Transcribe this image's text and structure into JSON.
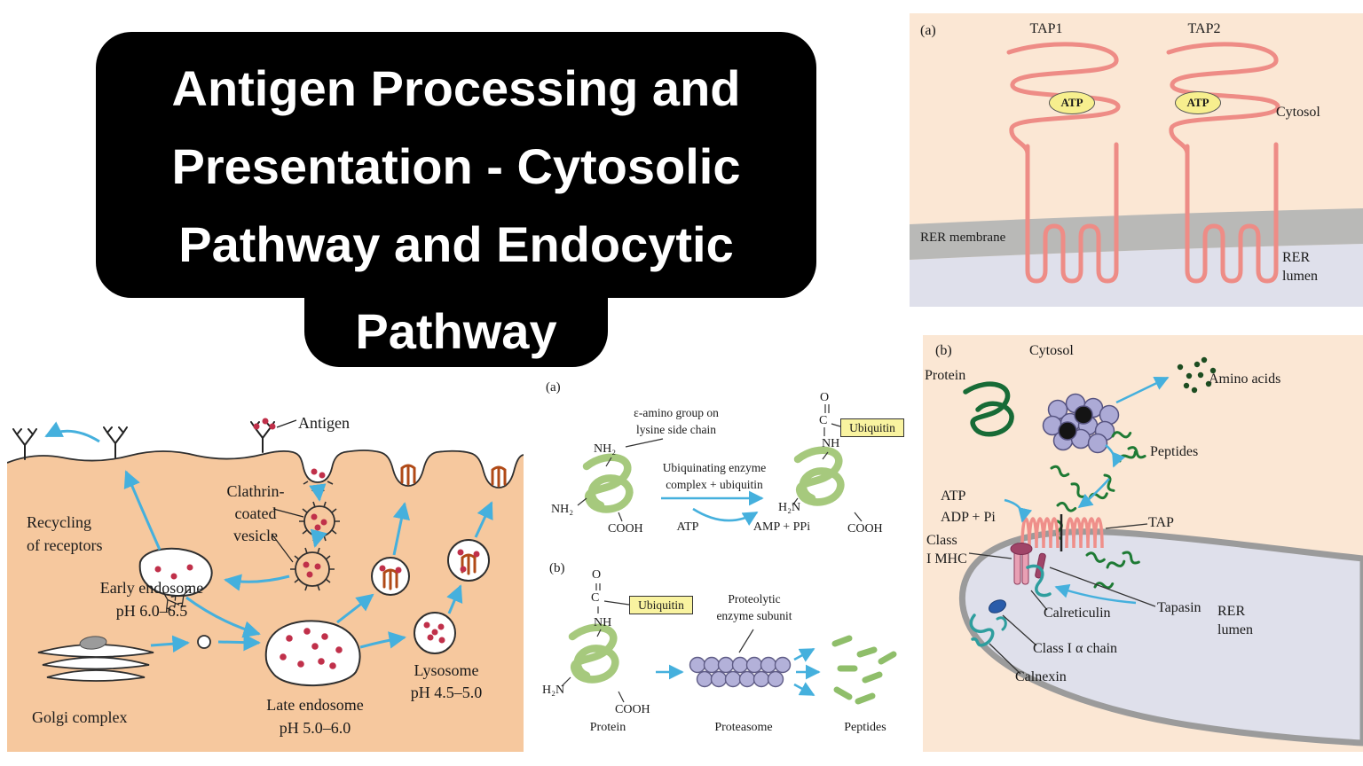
{
  "title": {
    "line1": "Antigen Processing and",
    "line2": "Presentation - Cytosolic",
    "line3": "Pathway and Endocytic",
    "line4": "Pathway"
  },
  "tap_panel": {
    "panel_label": "(a)",
    "tap1": "TAP1",
    "tap2": "TAP2",
    "atp1": "ATP",
    "atp2": "ATP",
    "cytosol": "Cytosol",
    "rer_membrane": "RER membrane",
    "rer_lumen_line1": "RER",
    "rer_lumen_line2": "lumen"
  },
  "endocytic_panel": {
    "antigen": "Antigen",
    "clathrin_line1": "Clathrin-",
    "clathrin_line2": "coated",
    "clathrin_line3": "vesicle",
    "recycling_line1": "Recycling",
    "recycling_line2": "of receptors",
    "early_line1": "Early endosome",
    "early_line2": "pH 6.0–6.5",
    "late_line1": "Late endosome",
    "late_line2": "pH 5.0–6.0",
    "lysosome_line1": "Lysosome",
    "lysosome_line2": "pH 4.5–5.0",
    "golgi": "Golgi complex"
  },
  "ubiquitin_panel": {
    "label_a": "(a)",
    "label_b": "(b)",
    "epsilon_line1": "ε-amino group on",
    "epsilon_line2": "lysine side chain",
    "nh2_top": "NH₂",
    "nh2_left": "NH₂",
    "cooh_left": "COOH",
    "enzyme_line1": "Ubiquinating enzyme",
    "enzyme_line2": "complex + ubiquitin",
    "atp": "ATP",
    "amp_ppi": "AMP + PPi",
    "o_top_a": "O",
    "c_a": "C",
    "nh_a": "NH",
    "ubiquitin_a": "Ubiquitin",
    "h2n_a": "H₂N",
    "cooh_right": "COOH",
    "o_top_b": "O",
    "c_b": "C",
    "nh_b": "NH",
    "ubiquitin_b": "Ubiquitin",
    "h2n_b": "H₂N",
    "cooh_b": "COOH",
    "proteolytic_line1": "Proteolytic",
    "proteolytic_line2": "enzyme subunit",
    "protein": "Protein",
    "proteasome": "Proteasome",
    "peptides": "Peptides"
  },
  "class1_panel": {
    "panel_label": "(b)",
    "cytosol": "Cytosol",
    "protein": "Protein",
    "amino_acids": "Amino acids",
    "peptides": "Peptides",
    "atp": "ATP",
    "adp_pi": "ADP + Pi",
    "class_line1": "Class",
    "class_line2": "I MHC",
    "tap": "TAP",
    "calreticulin": "Calreticulin",
    "tapasin": "Tapasin",
    "rer_line1": "RER",
    "rer_line2": "lumen",
    "alpha_chain": "Class I α chain",
    "calnexin": "Calnexin"
  },
  "palette": {
    "panel_peach": "#fbe7d4",
    "cell_peach": "#f6c89e",
    "membrane_gray": "#b9b9b7",
    "lumen_lavender": "#dfe0ec",
    "tap_pink": "#ee8c86",
    "atp_yellow": "#f7ef8e",
    "ubiquitin_yellow": "#f9f3a0",
    "ribbon_green": "#a6c97d",
    "dark_green": "#176b36",
    "proteasome_purple": "#b3b1d9",
    "arrow_blue": "#45b0dd",
    "antigen_red": "#c0304a"
  }
}
